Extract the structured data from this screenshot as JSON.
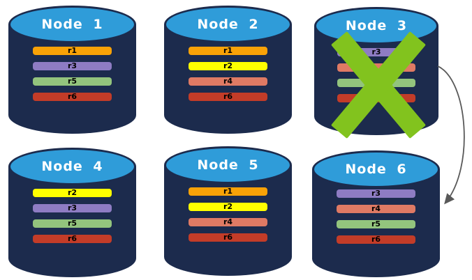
{
  "palette": {
    "node_body": "#1C2B4D",
    "node_top": "#2F9CD9",
    "node_title_text": "#FFFFFF",
    "bar_text": "#000000",
    "x_mark": "#82C31E",
    "arrow": "#595959"
  },
  "nodes": [
    {
      "title": "Node 1",
      "failed": false,
      "rows": [
        {
          "label": "r1",
          "color": "#F9A207"
        },
        {
          "label": "r3",
          "color": "#8E7CC3"
        },
        {
          "label": "r5",
          "color": "#93C47D"
        },
        {
          "label": "r6",
          "color": "#C33C28"
        }
      ]
    },
    {
      "title": "Node 2",
      "failed": false,
      "rows": [
        {
          "label": "r1",
          "color": "#F9A207"
        },
        {
          "label": "r2",
          "color": "#FFFF00"
        },
        {
          "label": "r4",
          "color": "#DF7A64"
        },
        {
          "label": "r6",
          "color": "#C33C28"
        }
      ]
    },
    {
      "title": "Node 3",
      "failed": true,
      "rows": [
        {
          "label": "r3",
          "color": "#8E7CC3"
        },
        {
          "label": "",
          "color": "#DF7A64"
        },
        {
          "label": "",
          "color": "#93C47D"
        },
        {
          "label": "",
          "color": "#C33C28"
        }
      ]
    },
    {
      "title": "Node 4",
      "failed": false,
      "rows": [
        {
          "label": "r2",
          "color": "#FFFF00"
        },
        {
          "label": "r3",
          "color": "#8E7CC3"
        },
        {
          "label": "r5",
          "color": "#93C47D"
        },
        {
          "label": "r6",
          "color": "#C33C28"
        }
      ]
    },
    {
      "title": "Node 5",
      "failed": false,
      "rows": [
        {
          "label": "r1",
          "color": "#F9A207"
        },
        {
          "label": "r2",
          "color": "#FFFF00"
        },
        {
          "label": "r4",
          "color": "#DF7A64"
        },
        {
          "label": "r6",
          "color": "#C33C28"
        }
      ]
    },
    {
      "title": "Node 6",
      "failed": false,
      "rows": [
        {
          "label": "r3",
          "color": "#8E7CC3"
        },
        {
          "label": "r4",
          "color": "#DF7A64"
        },
        {
          "label": "r5",
          "color": "#93C47D"
        },
        {
          "label": "r6",
          "color": "#C33C28"
        }
      ]
    }
  ]
}
